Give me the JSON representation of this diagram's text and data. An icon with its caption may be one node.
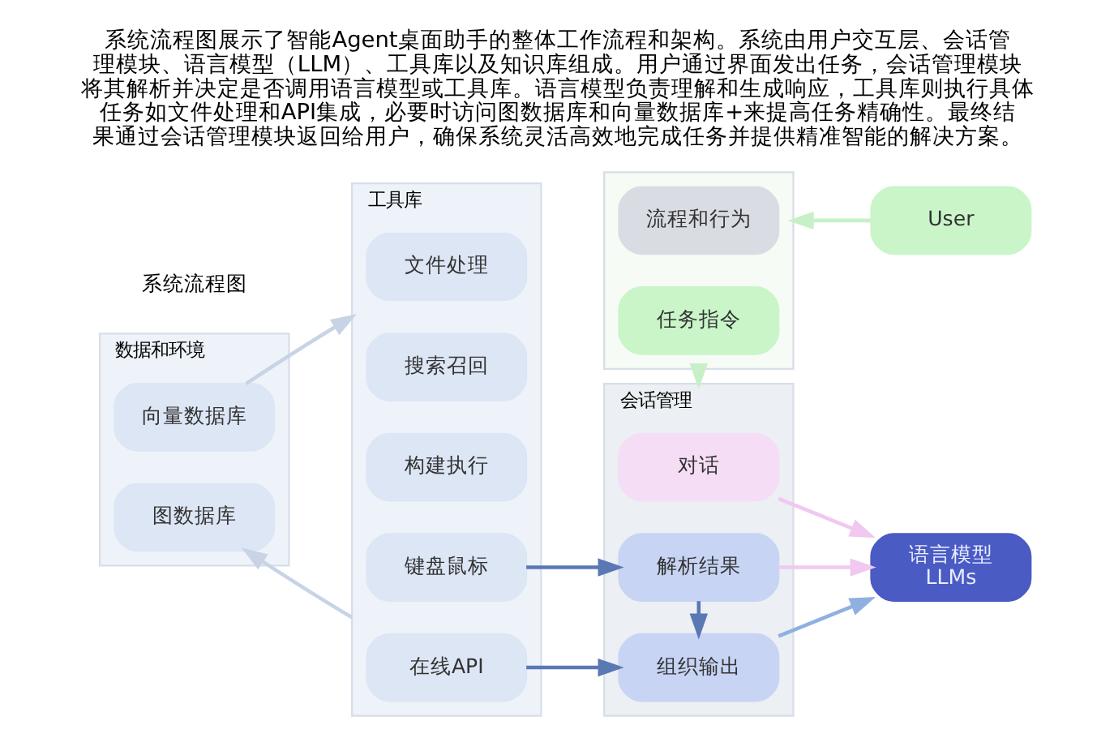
{
  "diagram": {
    "title": "系统流程图展示了智能Agent桌面助手的整体工作流程和架构。系统由用户交互层、会话管理模块、语言模型（LLM）、工具库以及知识库组成。用户通过界面发出任务，会话管理模块将其解析并决定是否调用语言模型或工具库。语言模型负责理解和生成响应，工具库则执行具体任务如文件处理和API集成，必要时访问图数据库和向量数据库+来提高任务精确性。最终结果通过会话管理模块返回给用户，确保系统灵活高效地完成任务并提供精准智能的解决方案。",
    "caption": "系统流程图",
    "nodes": [
      {
        "text": [
          "工具库"
        ]
      },
      {
        "text": [
          "文件处理"
        ],
        "in": 0
      },
      {
        "text": [
          "搜索召回"
        ],
        "in": 0
      },
      {
        "text": [
          "构建执行"
        ],
        "in": 0
      },
      {
        "text": [
          "键盘鼠标"
        ],
        "in": 0
      },
      {
        "text": [
          "在线API"
        ],
        "in": 0
      },
      {
        "text": [
          "数据和环境"
        ]
      },
      {
        "text": [
          "图数据库"
        ],
        "in": 6
      },
      {
        "text": [
          "向量数据库"
        ],
        "in": 6
      },
      {
        "text": [],
        "shape": "box"
      },
      {
        "text": [
          "流程和行为"
        ],
        "in": 9
      },
      {
        "text": [
          "任务指令"
        ],
        "in": 9
      },
      {
        "text": [
          "User"
        ]
      },
      {
        "text": [
          "会话管理"
        ]
      },
      {
        "text": [
          "对话"
        ],
        "in": 13
      },
      {
        "text": [
          "解析结果"
        ],
        "in": 13
      },
      {
        "text": [
          "组织输出"
        ],
        "in": 13
      },
      {
        "text": [
          "语言模型",
          "LLMs"
        ]
      }
    ],
    "edges": [
      {
        "from": 12,
        "to": 9,
        "arrow": "to",
        "color": "#c8f0c8"
      },
      {
        "from": 9,
        "to": 13,
        "arrow": "to",
        "color": "#c8f0c8"
      },
      {
        "from": 0,
        "to": 7,
        "arrow": "to",
        "color": "#c8d4e6"
      },
      {
        "from": 8,
        "to": 0,
        "arrow": "to",
        "color": "#c8d4e6"
      },
      {
        "from": 4,
        "to": 15,
        "arrow": "to",
        "color": "#5a78b4"
      },
      {
        "from": 5,
        "to": 16,
        "arrow": "to",
        "color": "#5a78b4"
      },
      {
        "from": 15,
        "to": 16,
        "arrow": "to",
        "color": "#5a78b4"
      },
      {
        "from": 14,
        "to": 17,
        "arrow": "to",
        "color": "#f0c8f0"
      },
      {
        "from": 15,
        "to": 17,
        "arrow": "to",
        "color": "#f0c8f0"
      },
      {
        "from": 16,
        "to": 17,
        "arrow": "to",
        "color": "#8fb0e0"
      }
    ]
  }
}
